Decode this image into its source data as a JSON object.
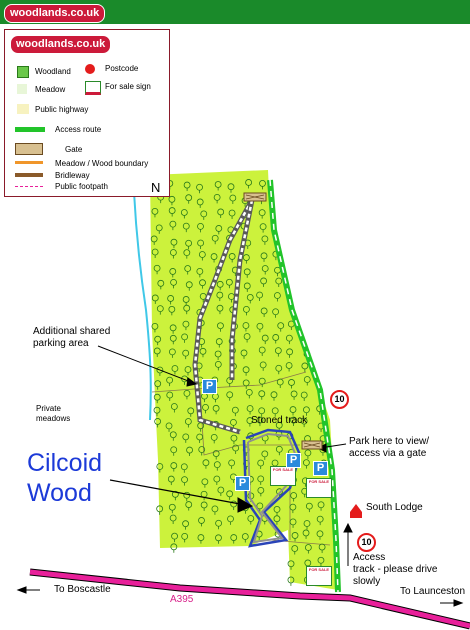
{
  "brand": {
    "name": "woodlands.co.uk"
  },
  "legend": {
    "brand": "woodlands.co.uk",
    "items": {
      "woodland": "Woodland",
      "postcode": "Postcode",
      "meadow": "Meadow",
      "for_sale_sign": "For sale sign",
      "public_highway": "Public highway",
      "access_route": "Access route",
      "gate": "Gate",
      "boundary": "Meadow / Wood boundary",
      "bridleway": "Bridleway",
      "footpath": "Public footpath"
    },
    "north": "N"
  },
  "map": {
    "wood_name_line1": "Cilcoid",
    "wood_name_line2": "Wood",
    "labels": {
      "shared_parking": "Additional shared\nparking area",
      "private_meadows": "Private\nmeadows",
      "stoned_track": "Stoned track",
      "park_here": "Park here to view/\naccess via a gate",
      "south_lodge": "South Lodge",
      "access_track": "Access\ntrack - please drive\nslowly",
      "to_boscastle": "To Boscastle",
      "to_launceston": "To Launceston",
      "road": "A395"
    },
    "speed_limit": "10",
    "parking_symbol": "P",
    "sign_text": "FOR SALE"
  },
  "colors": {
    "brand_green": "#1a8a2a",
    "brand_red": "#cc1a3a",
    "woodland": "#ccf23c",
    "access_route": "#22c42a",
    "road": "#e8209a",
    "parking": "#2a8adc",
    "boundary": "#8a7a4a",
    "stoned_track_outline": "#2a44b8",
    "water": "#40c8e8"
  }
}
